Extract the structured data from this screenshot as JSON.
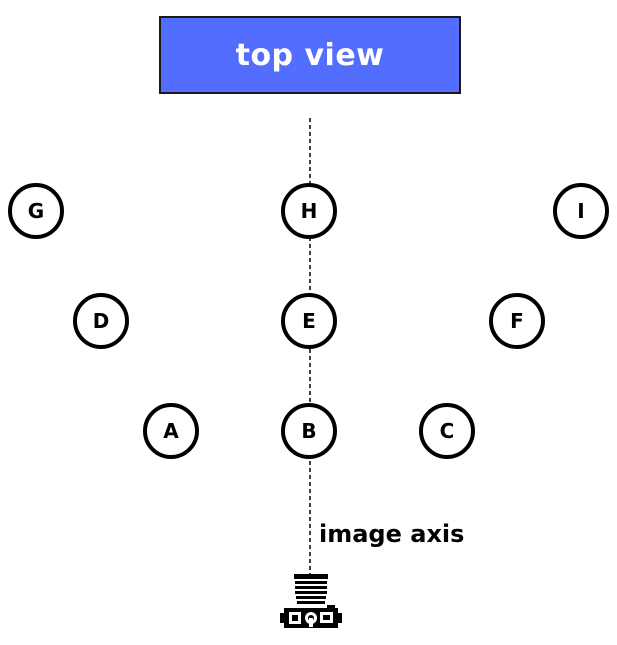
{
  "title": "top view",
  "axis_label": "image axis",
  "colors": {
    "title_fill": "#536dfe",
    "title_border": "#1a1a1a",
    "node_stroke": "#000000",
    "line": "#000000"
  },
  "nodes": [
    {
      "id": "G",
      "label": "G"
    },
    {
      "id": "H",
      "label": "H"
    },
    {
      "id": "I",
      "label": "I"
    },
    {
      "id": "D",
      "label": "D"
    },
    {
      "id": "E",
      "label": "E"
    },
    {
      "id": "F",
      "label": "F"
    },
    {
      "id": "A",
      "label": "A"
    },
    {
      "id": "B",
      "label": "B"
    },
    {
      "id": "C",
      "label": "C"
    }
  ],
  "icons": {
    "camera": "camera-icon"
  }
}
